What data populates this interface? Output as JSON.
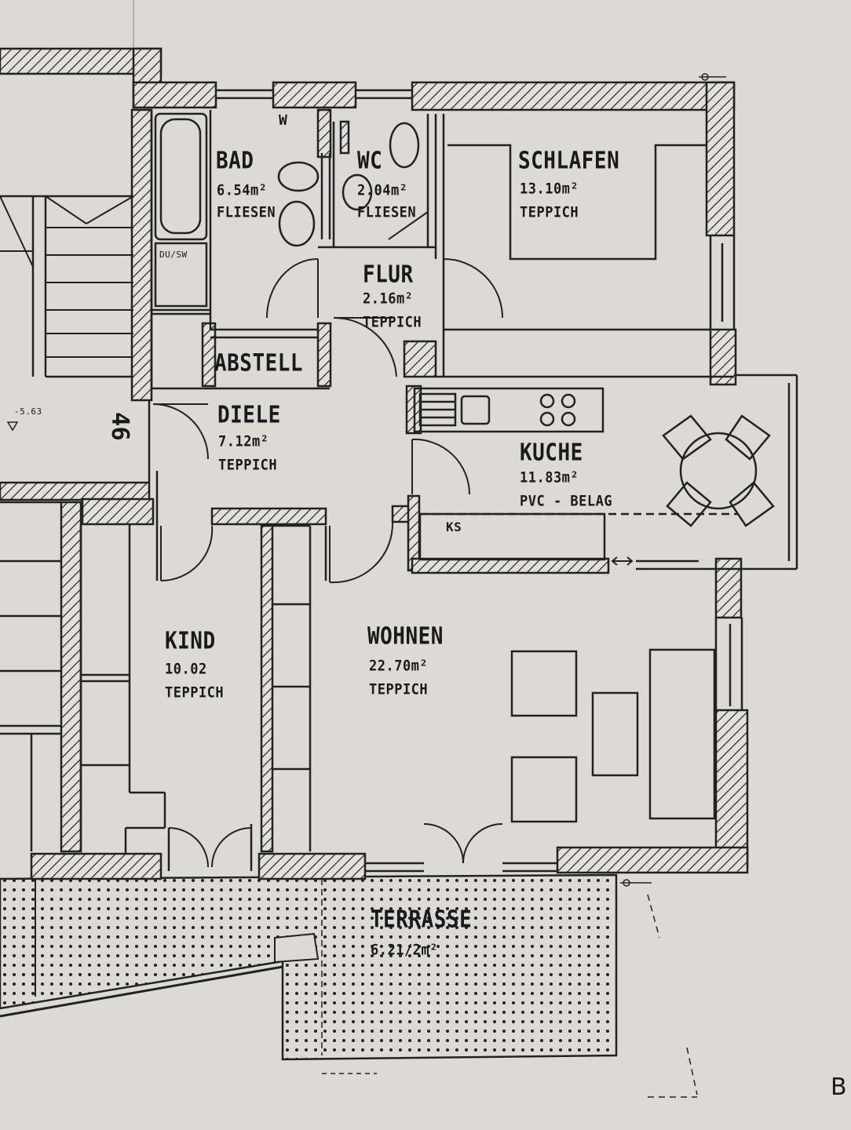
{
  "rooms": {
    "bad": {
      "name": "BAD",
      "area": "6.54m²",
      "floor": "FLIESEN"
    },
    "wc": {
      "name": "WC",
      "area": "2.04m²",
      "floor": "FLIESEN"
    },
    "schlafen": {
      "name": "SCHLAFEN",
      "area": "13.10m²",
      "floor": "TEPPICH"
    },
    "flur": {
      "name": "FLUR",
      "area": "2.16m²",
      "floor": "TEPPICH"
    },
    "abstell": {
      "name": "ABSTELL"
    },
    "diele": {
      "name": "DIELE",
      "area": "7.12m²",
      "floor": "TEPPICH"
    },
    "kuche": {
      "name": "KUCHE",
      "area": "11.83m²",
      "floor": "PVC - BELAG"
    },
    "kind": {
      "name": "KIND",
      "area": "10.02",
      "floor": "TEPPICH"
    },
    "wohnen": {
      "name": "WOHNEN",
      "area": "22.70m²",
      "floor": "TEPPICH"
    },
    "terrasse": {
      "name": "TERRASSE",
      "area": "6.21/2m²"
    }
  },
  "labels": {
    "stair_number": "46",
    "washer": "W",
    "shower_tray": "DU/SW",
    "fridge": "KS",
    "level_mark": "-5.63",
    "edge_letter": "B"
  },
  "colors": {
    "paper": "#dcdad5",
    "ink": "#1a1a1a"
  }
}
